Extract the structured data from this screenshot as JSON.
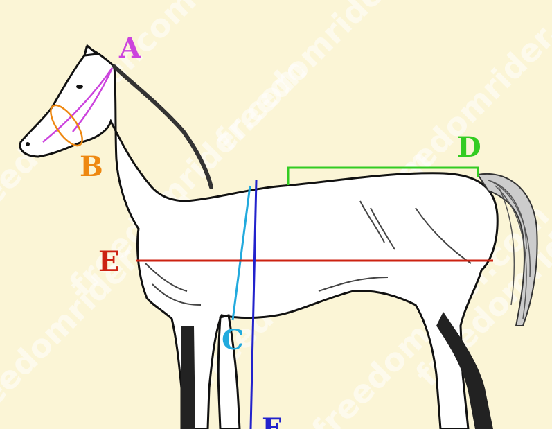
{
  "watermark": "freedomrider.com",
  "labels": {
    "A": "A",
    "B": "B",
    "C": "C",
    "D": "D",
    "E": "E",
    "F": "F"
  },
  "colors": {
    "background": "#fbf5d6",
    "A": "#cc44dd",
    "B": "#ee8811",
    "C": "#22aadd",
    "D": "#33cc22",
    "E": "#cc2211",
    "F": "#2222cc"
  }
}
